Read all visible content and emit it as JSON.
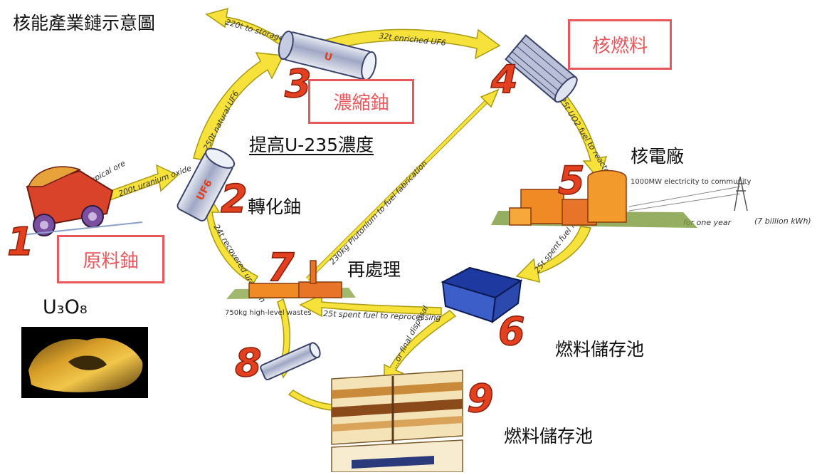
{
  "title": "核能產業鏈示意圖",
  "labels": {
    "raw_uranium": "原料鈾",
    "u3o8": "U₃O₈",
    "conversion": "轉化鈾",
    "enriched": "濃縮鈾",
    "raise_u235": "提高U-235濃度",
    "fuel": "核燃料",
    "power_plant": "核電廠",
    "reprocessing": "再處理",
    "storage_pool": "燃料儲存池",
    "storage_pool_2": "燃料儲存池"
  },
  "steps": [
    "1",
    "2",
    "3",
    "4",
    "5",
    "6",
    "7",
    "8",
    "9"
  ],
  "arrow_texts": {
    "ore": "45-50,000+ of typical ore",
    "uranium_oxide": "200t uranium oxide",
    "natural_uf6": "250t natural UF6",
    "to_storage": "220t to storage",
    "enriched_uf6": "32t enriched UF6",
    "uo2_fuel": "25t UO2 fuel to reactor",
    "spent_fuel_reactor": "25t spent fuel from reactor",
    "spent_fuel_reprocessing": "25t spent fuel to reprocessing",
    "final_disposal": "...or final disposal",
    "plutonium": "230kg Plutonium to fuel fabrication",
    "recovered_uranium": "24t recovered uranium",
    "high_level_wastes": "750kg high-level wastes",
    "electricity": "1000MW electricity to community",
    "for_one_year": "for one year",
    "kwh": "(7 billion kWh)",
    "uf6_tag": "UF6",
    "u_tag": "U"
  },
  "colors": {
    "arrow_fill": "#f6e23a",
    "arrow_stroke": "#a89a12",
    "number": "#e2401f",
    "box_border": "#e8575a",
    "plant": "#f08a24",
    "pool": "#3b5ec9"
  }
}
